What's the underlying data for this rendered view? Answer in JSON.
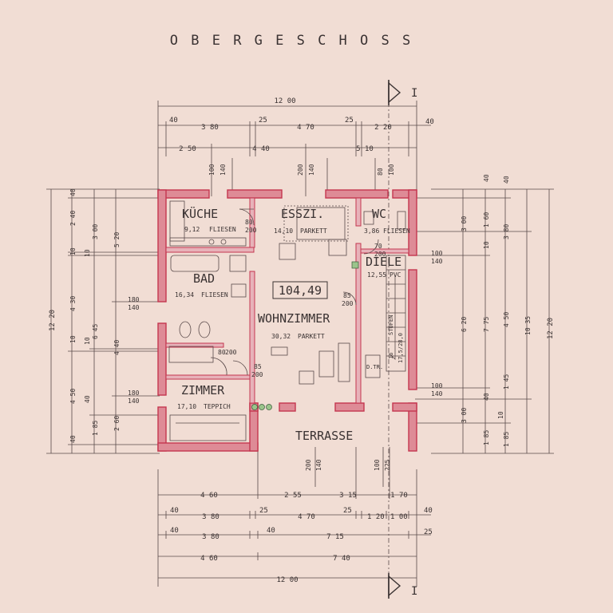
{
  "title": "O B E R G E S C H O S S",
  "total_area": "104,49",
  "section_marker": "I",
  "colors": {
    "paper": "#f1ddd4",
    "wall_fill": "#de8b96",
    "wall_stroke": "#c4364f",
    "line": "#5a4a4a",
    "text": "#3a3232"
  },
  "rooms": [
    {
      "name": "KÜCHE",
      "area": "9,12",
      "floor": "FLIESEN"
    },
    {
      "name": "ESSZI.",
      "area": "14,10",
      "floor": "PARKETT"
    },
    {
      "name": "WC",
      "area": "3,86",
      "floor": "FLIESEN"
    },
    {
      "name": "BAD",
      "area": "16,34",
      "floor": "FLIESEN"
    },
    {
      "name": "DIELE",
      "area": "12,55",
      "floor": "PVC"
    },
    {
      "name": "WOHNZIMMER",
      "area": "30,32",
      "floor": "PARKETT"
    },
    {
      "name": "ZIMMER",
      "area": "17,10",
      "floor": "TEPPICH"
    },
    {
      "name": "TERRASSE",
      "area": "",
      "floor": ""
    }
  ],
  "stairs": {
    "stufen_label": "STUFEN",
    "count": "16",
    "ratio": "17,5/28,0",
    "dtr": "D.TR."
  },
  "openings": {
    "kitchen_door": [
      "80",
      "200"
    ],
    "diele_door": [
      "70",
      "200"
    ],
    "bad_door": [
      "80",
      "200"
    ],
    "wohn_door": [
      "85",
      "200"
    ],
    "zimmer_door": [
      "85",
      "200"
    ]
  },
  "dims": {
    "top_total": "12 00",
    "top_row1": [
      "40",
      "3 80",
      "25",
      "4 70",
      "25",
      "2 20",
      "40"
    ],
    "top_row2": [
      "2 50",
      "4 40",
      "5 10"
    ],
    "top_windows": [
      {
        "w": "100",
        "h": "140"
      },
      {
        "w": "200",
        "h": "140"
      },
      {
        "w": "80",
        "h": "100"
      }
    ],
    "bottom_row1": [
      "4 60",
      "2 55",
      "3 15",
      "1 70"
    ],
    "bottom_row2": [
      "40",
      "3 80",
      "25",
      "4 70",
      "25",
      "1 20",
      "1 00",
      "40"
    ],
    "bottom_row3": [
      "40",
      "3 80",
      "40",
      "7 15",
      "25"
    ],
    "bottom_row4": [
      "4 60",
      "7 40"
    ],
    "bottom_total": "12 00",
    "terrace_windows": [
      {
        "w": "200",
        "h": "140"
      },
      {
        "w": "100",
        "h": "225"
      }
    ],
    "left_total": "12 20",
    "left_col1": [
      "40",
      "2 40",
      "10",
      "4 30",
      "10",
      "4 50",
      "40"
    ],
    "left_col2": [
      "3 00",
      "6 45",
      "1 85"
    ],
    "left_col3": [
      "5 20",
      "4 40",
      "2 60"
    ],
    "left_col_extra": [
      "10",
      "10",
      "40"
    ],
    "left_windows": [
      {
        "w": "180",
        "h": "140"
      },
      {
        "w": "180",
        "h": "140"
      }
    ],
    "right_col1": [
      "40",
      "1 60",
      "10",
      "4 50",
      "1 45",
      "40",
      "1 85"
    ],
    "right_col2": [
      "3 00",
      "6 20",
      "3 00"
    ],
    "right_col3": [
      "3 80",
      "7 75",
      "1 85"
    ],
    "right_col4": "10 35",
    "right_total": "12 20",
    "right_windows": [
      {
        "w": "100",
        "h": "140"
      },
      {
        "w": "100",
        "h": "140"
      }
    ],
    "right_extra": [
      "10",
      "40"
    ]
  }
}
